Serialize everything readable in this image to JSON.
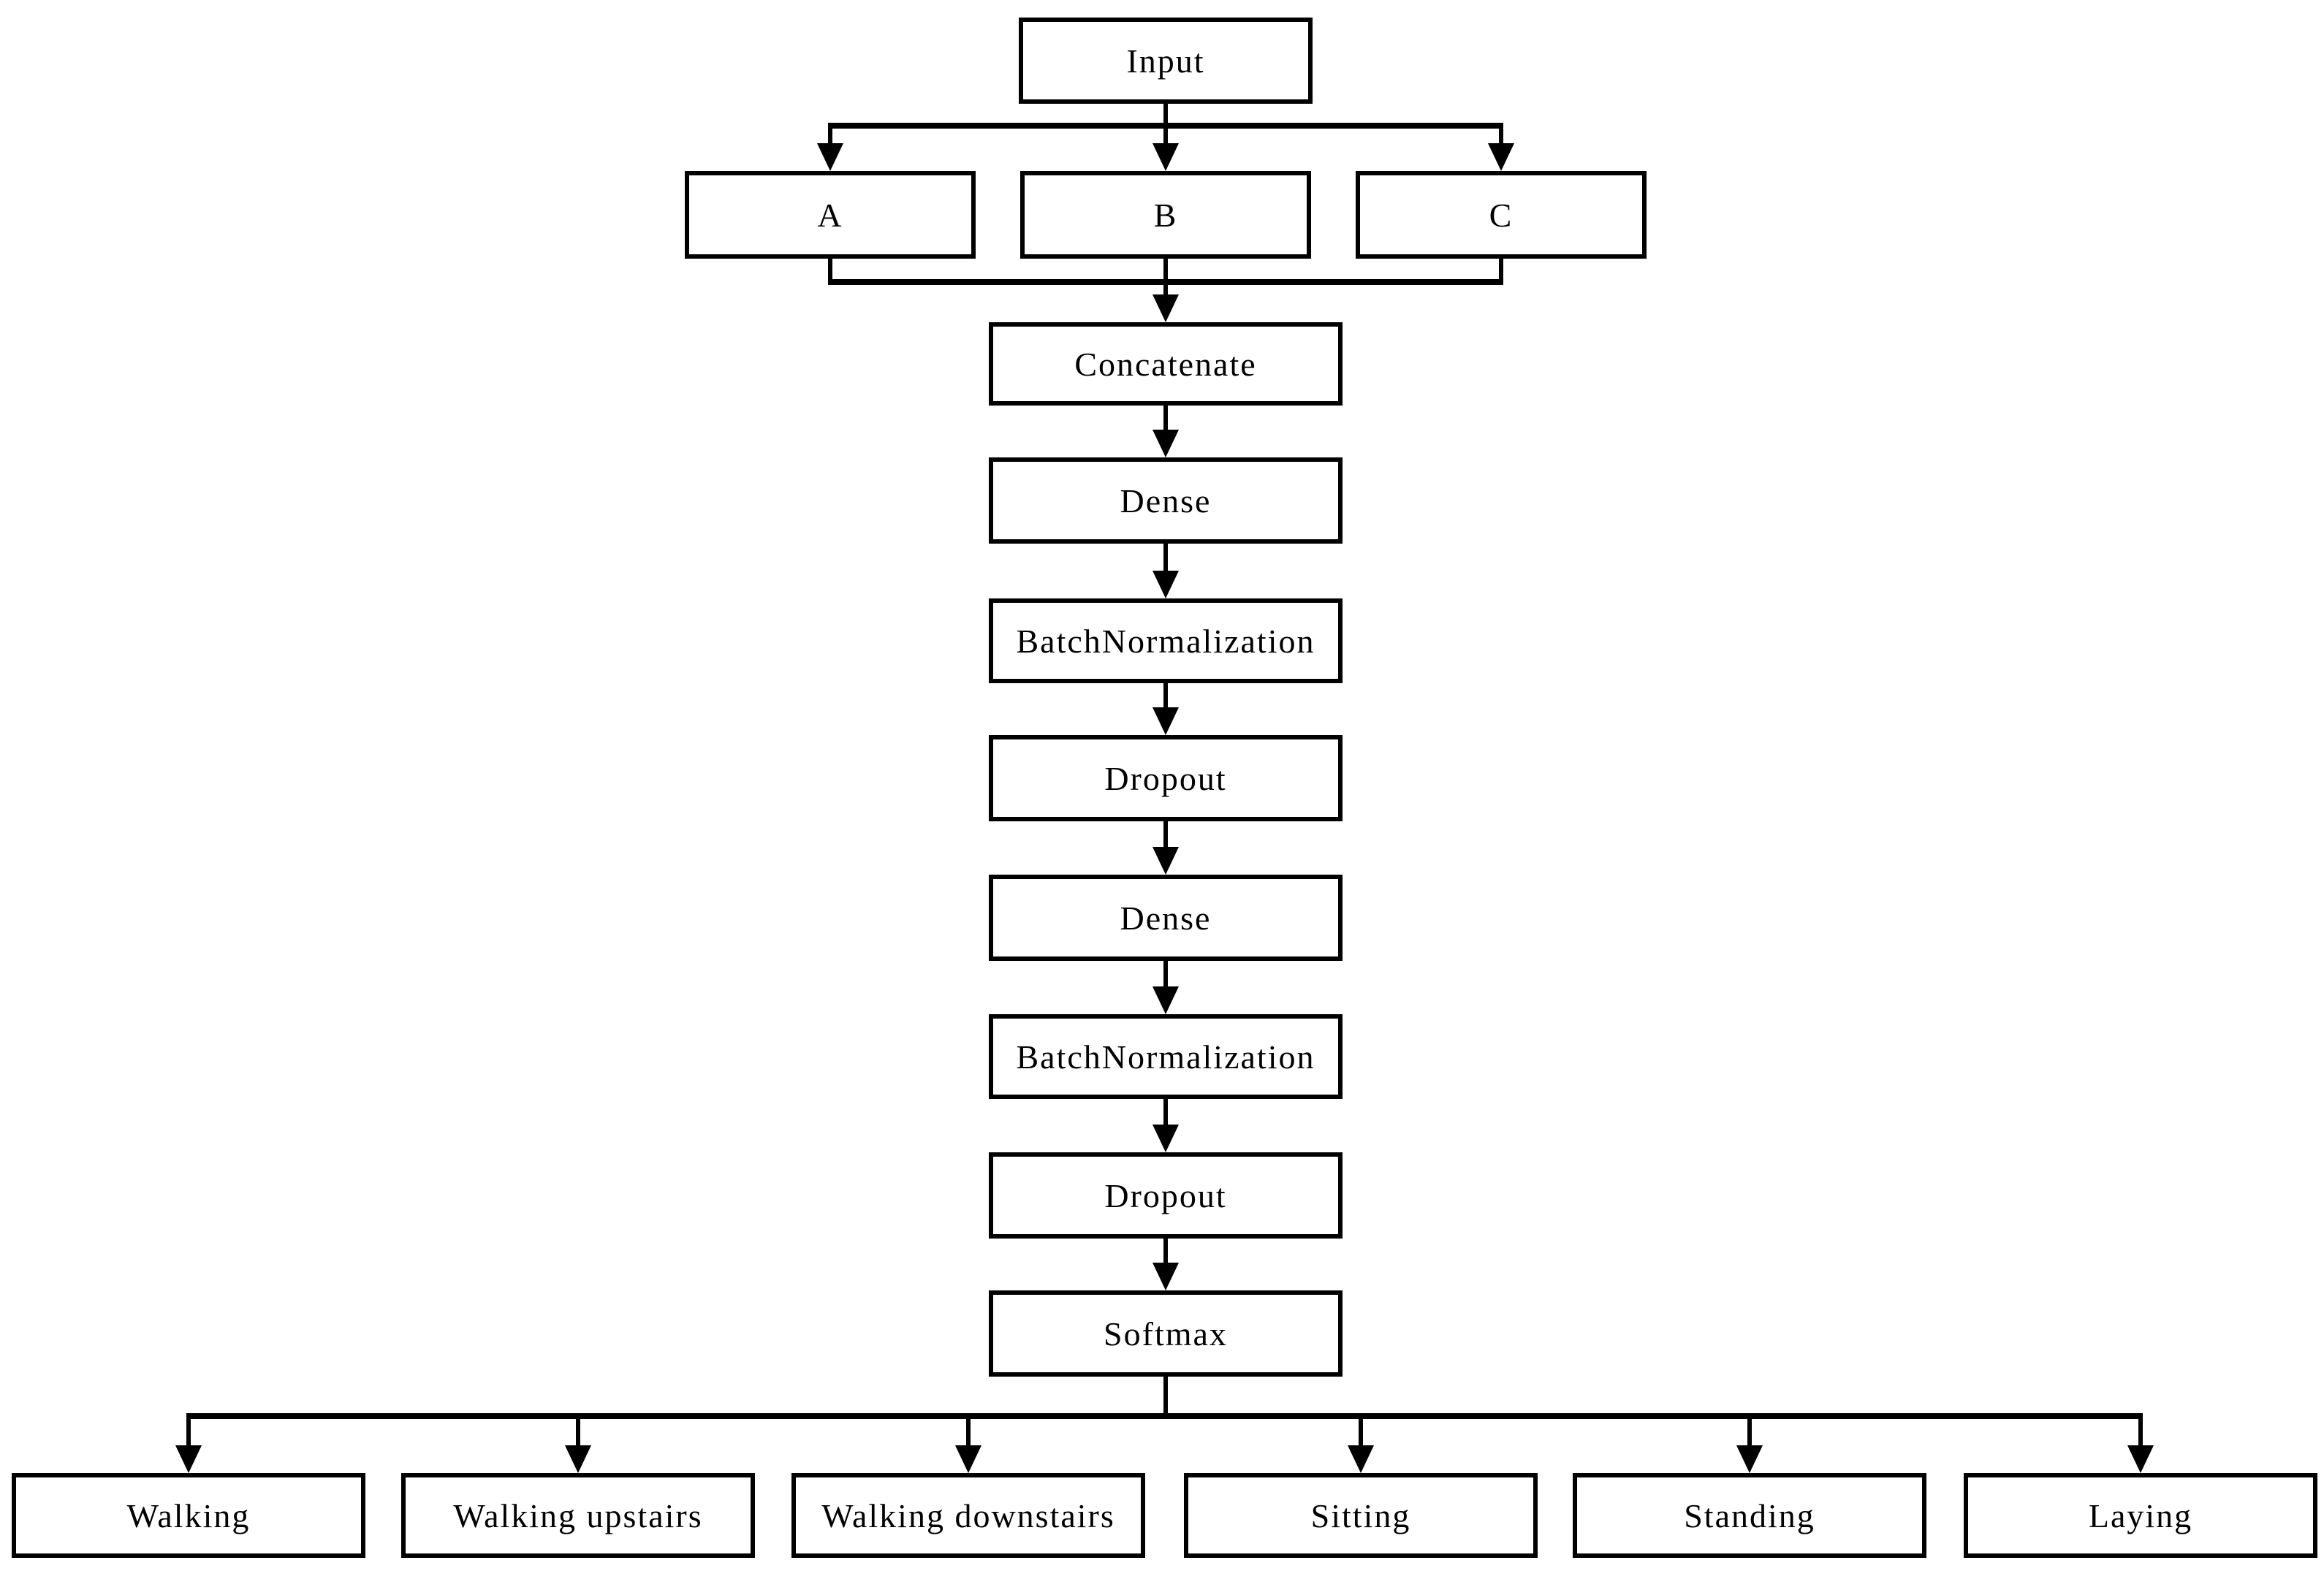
{
  "diagram": {
    "type": "flowchart",
    "description": "Neural network architecture flow diagram for human activity recognition",
    "colors": {
      "stroke": "#000000",
      "fill": "#ffffff",
      "text": "#000000",
      "background": "#ffffff"
    },
    "nodes": {
      "input": "Input",
      "branch_a": "A",
      "branch_b": "B",
      "branch_c": "C",
      "concatenate": "Concatenate",
      "dense_1": "Dense",
      "batch_norm_1": "BatchNormalization",
      "dropout_1": "Dropout",
      "dense_2": "Dense",
      "batch_norm_2": "BatchNormalization",
      "dropout_2": "Dropout",
      "softmax": "Softmax",
      "out_walking": "Walking",
      "out_walking_upstairs": "Walking upstairs",
      "out_walking_downstairs": "Walking downstairs",
      "out_sitting": "Sitting",
      "out_standing": "Standing",
      "out_laying": "Laying"
    },
    "edges": [
      {
        "from": "input",
        "to": "branch_a"
      },
      {
        "from": "input",
        "to": "branch_b"
      },
      {
        "from": "input",
        "to": "branch_c"
      },
      {
        "from": "branch_a",
        "to": "concatenate"
      },
      {
        "from": "branch_b",
        "to": "concatenate"
      },
      {
        "from": "branch_c",
        "to": "concatenate"
      },
      {
        "from": "concatenate",
        "to": "dense_1"
      },
      {
        "from": "dense_1",
        "to": "batch_norm_1"
      },
      {
        "from": "batch_norm_1",
        "to": "dropout_1"
      },
      {
        "from": "dropout_1",
        "to": "dense_2"
      },
      {
        "from": "dense_2",
        "to": "batch_norm_2"
      },
      {
        "from": "batch_norm_2",
        "to": "dropout_2"
      },
      {
        "from": "dropout_2",
        "to": "softmax"
      },
      {
        "from": "softmax",
        "to": "out_walking"
      },
      {
        "from": "softmax",
        "to": "out_walking_upstairs"
      },
      {
        "from": "softmax",
        "to": "out_walking_downstairs"
      },
      {
        "from": "softmax",
        "to": "out_sitting"
      },
      {
        "from": "softmax",
        "to": "out_standing"
      },
      {
        "from": "softmax",
        "to": "out_laying"
      }
    ]
  }
}
